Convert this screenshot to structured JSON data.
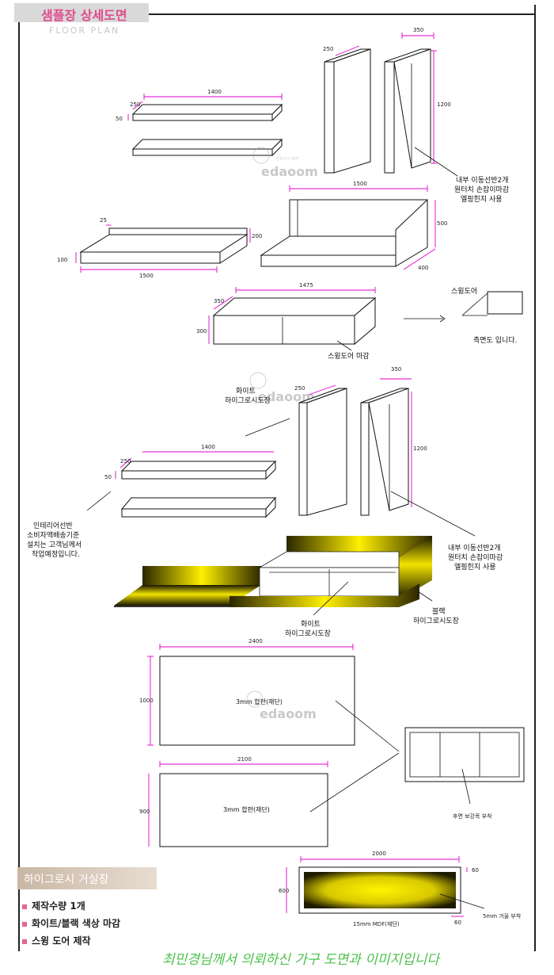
{
  "header": {
    "title": "샘플장 상세도면",
    "subtitle": "FLOOR PLAN"
  },
  "watermark": {
    "text": "edaoom",
    "small_text": "원목가구 제작"
  },
  "section1": {
    "dim_350_top": "350",
    "dim_250_tall": "250",
    "dim_1200_tall": "1200",
    "tall_note_1": "내부 이동선반2개",
    "tall_note_2": "원터치 손잡이마감",
    "tall_note_3": "엘핑힌지 사용",
    "shelf_dim_1400": "1400",
    "shelf_dim_250": "250",
    "shelf_dim_50": "50"
  },
  "section2": {
    "base_dim_25": "25",
    "base_dim_200": "200",
    "base_dim_100": "100",
    "base_dim_1500": "1500",
    "box_dim_1500": "1500",
    "box_dim_500": "500",
    "box_dim_400": "400"
  },
  "section3": {
    "dim_1475": "1475",
    "dim_350": "350",
    "dim_300": "300",
    "label_door_finish": "스윙도어 마감",
    "label_swing_door": "스윙도어",
    "label_side_view": "측면도 입니다."
  },
  "section4": {
    "dim_350": "350",
    "dim_250": "250",
    "dim_1200": "1200",
    "dim_1400": "1400",
    "dim_250_shelf": "250",
    "dim_50": "50",
    "white_hg_1": "화이트",
    "white_hg_2": "하이그로시도장",
    "interior_note_1": "인테리어선반",
    "interior_note_2": "소비자액배송기준",
    "interior_note_3": "설치는 고객님께서",
    "interior_note_4": "작업예정입니다.",
    "tall_note_1": "내부 이동선반2개",
    "tall_note_2": "원터치 손잡이마감",
    "tall_note_3": "엘핑힌지 사용",
    "white_bottom_1": "화이트",
    "white_bottom_2": "하이그로시도장",
    "black_1": "블랙",
    "black_2": "하이그로시도장"
  },
  "section5": {
    "dim_2400": "2400",
    "dim_1000": "1000",
    "panel1_label": "3mm 합판(재단)",
    "dim_2100": "2100",
    "dim_900": "900",
    "panel2_label": "3mm 합판(재단)",
    "frame_label": "후면 보강목 부착"
  },
  "section6": {
    "dim_2000": "2000",
    "dim_60_top": "60",
    "dim_600": "600",
    "dim_60_bottom": "60",
    "mirror_label": "5mm 거울 부착",
    "mdf_label": "15mm MDF(재단)"
  },
  "info": {
    "title": "하이그로시 거실장",
    "items": [
      "제작수량  1개",
      "화이트/블랙 색상 마감",
      "스윙 도어 제작"
    ]
  },
  "footer": {
    "caption": "최민경님께서 의뢰하신 가구 도면과 이미지입니다"
  }
}
